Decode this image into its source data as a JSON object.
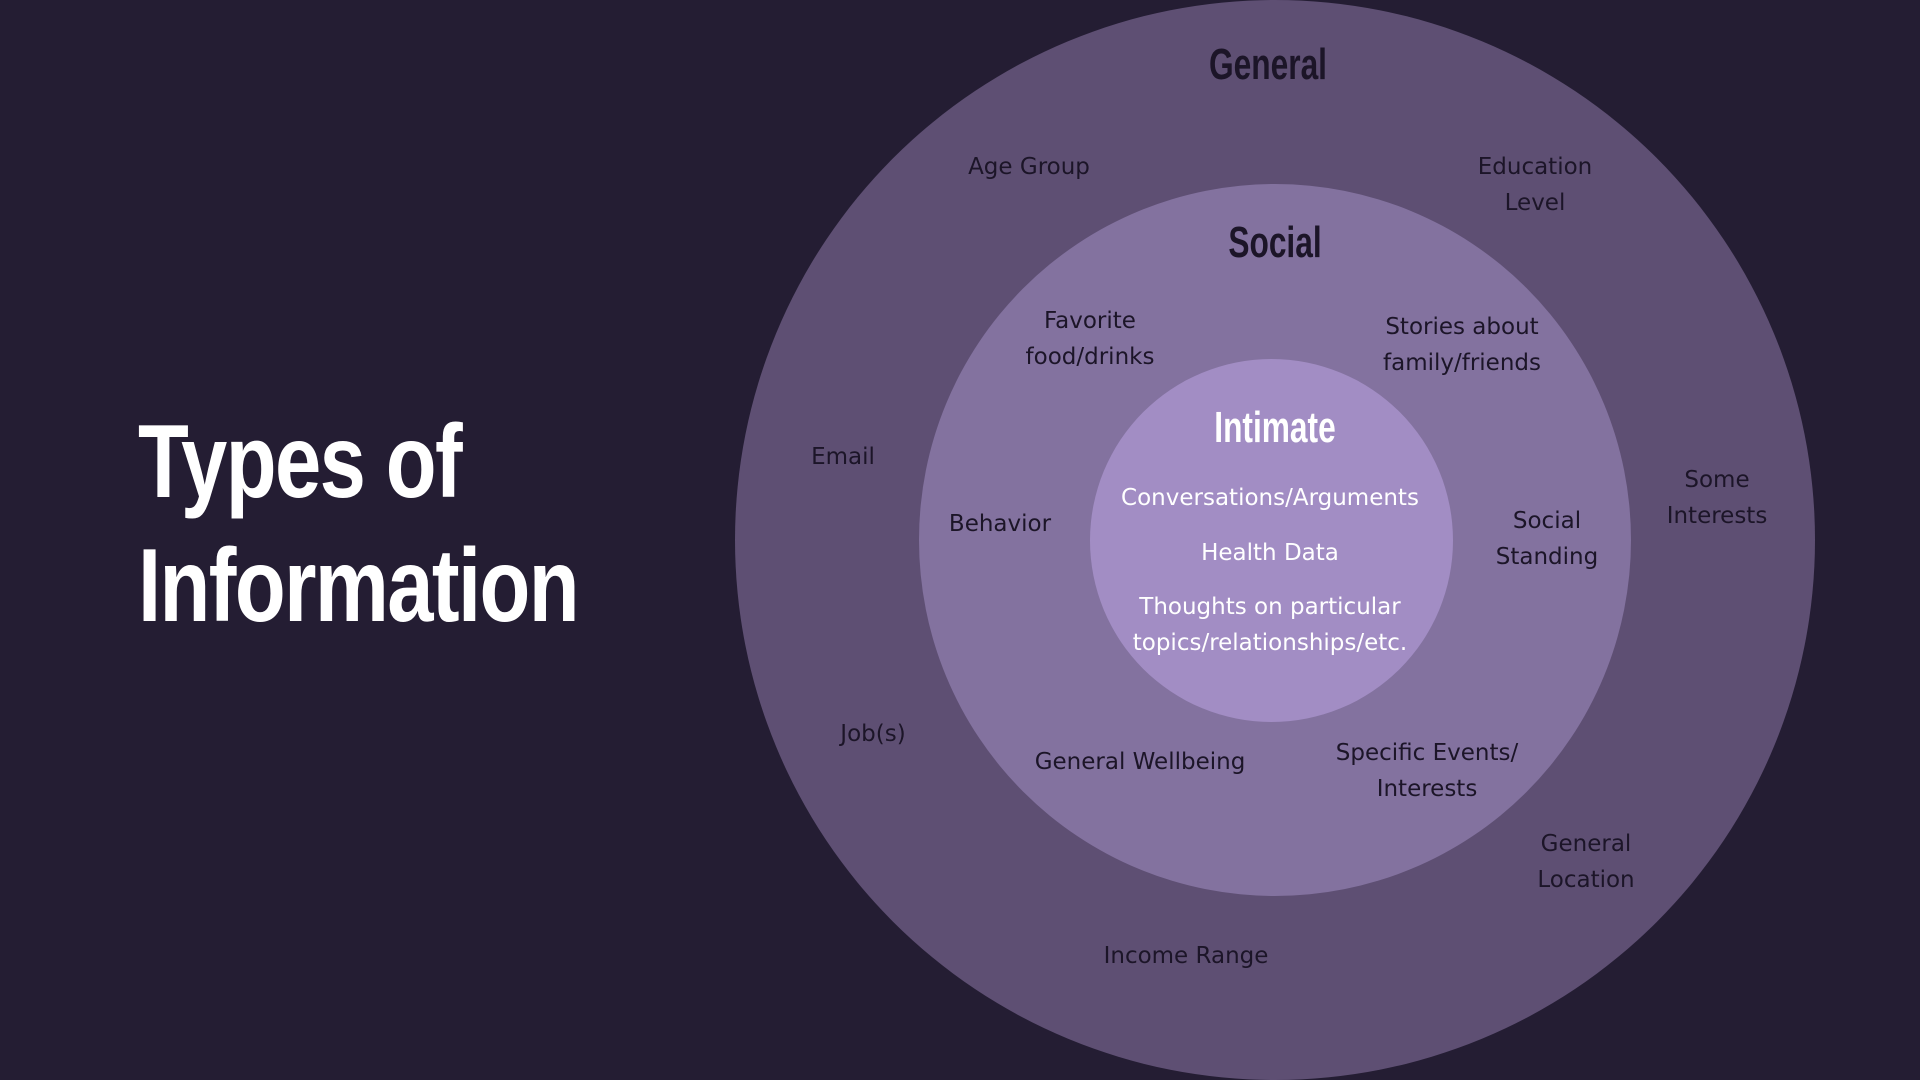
{
  "title": {
    "line1": "Types of",
    "line2": "Information"
  },
  "colors": {
    "background": "#241d33",
    "general_ring": "#5e4f73",
    "social_ring": "#83729f",
    "intimate_ring": "#a28dc4"
  },
  "diagram": {
    "general": {
      "heading": "General",
      "items": [
        "Age Group",
        "Education\nLevel",
        "Email",
        "Some\nInterests",
        "Job(s)",
        "General\nLocation",
        "Income Range"
      ]
    },
    "social": {
      "heading": "Social",
      "items": [
        "Favorite\nfood/drinks",
        "Stories about\nfamily/friends",
        "Behavior",
        "Social\nStanding",
        "General Wellbeing",
        "Specific Events/\nInterests"
      ]
    },
    "intimate": {
      "heading": "Intimate",
      "items": [
        "Conversations/Arguments",
        "Health Data",
        "Thoughts on particular\ntopics/relationships/etc."
      ]
    }
  }
}
